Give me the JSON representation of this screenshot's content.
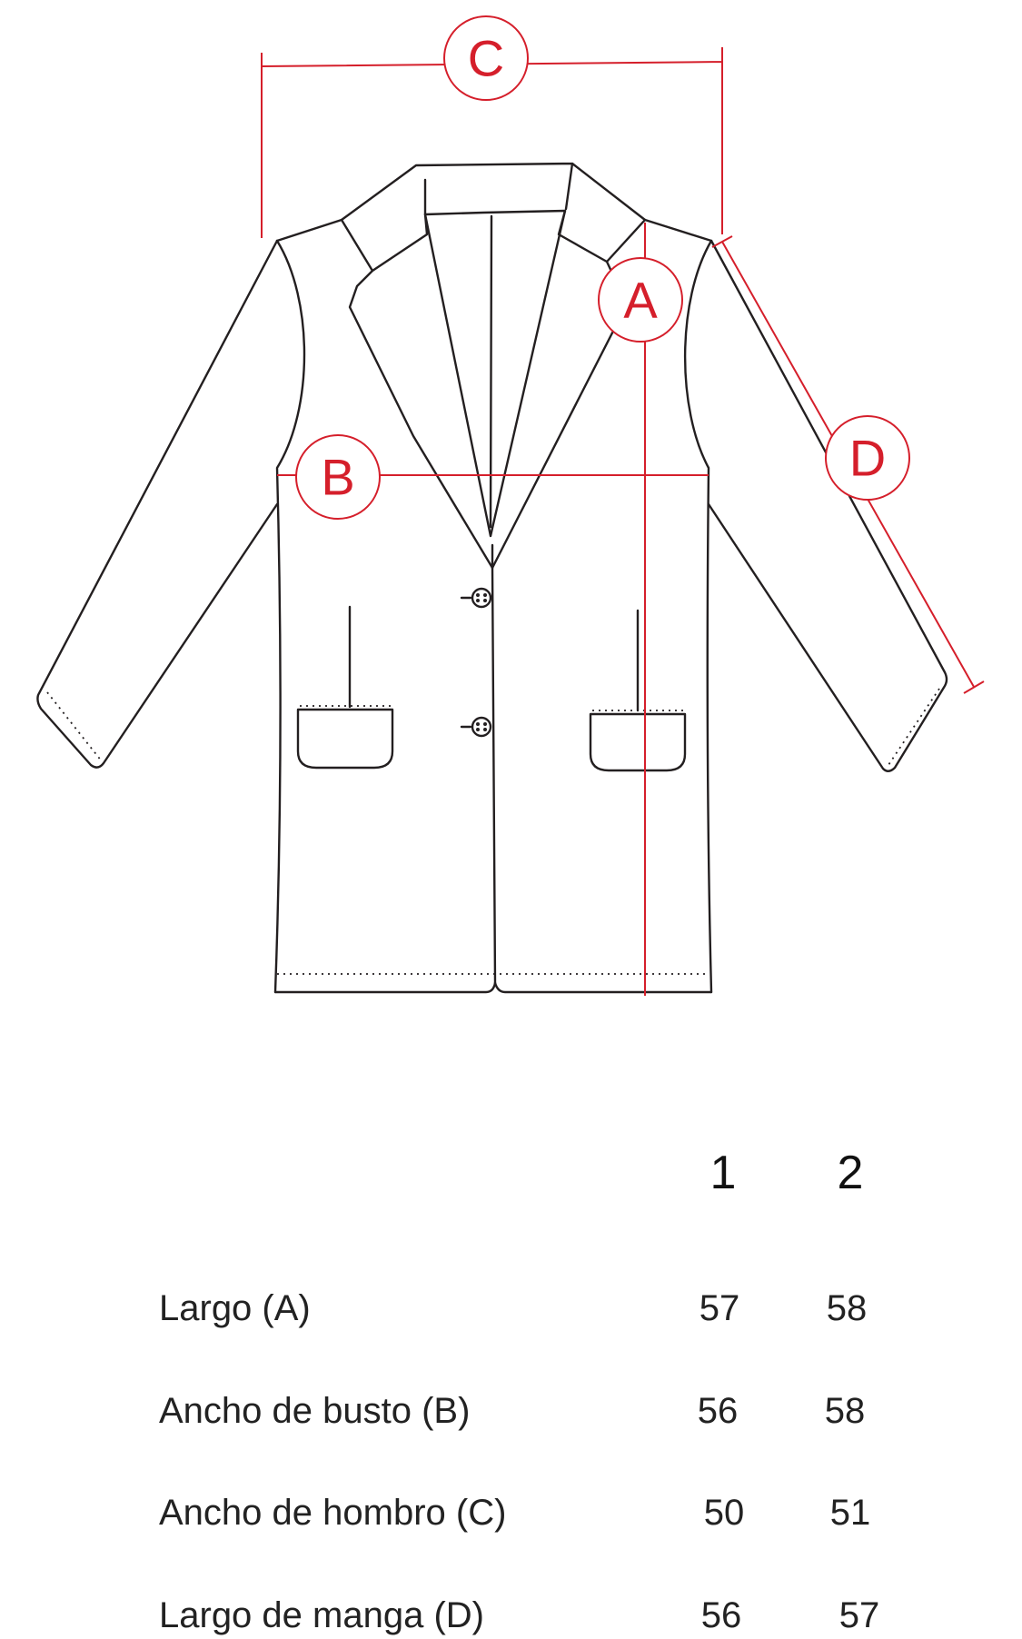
{
  "markers": {
    "a": "A",
    "b": "B",
    "c": "C",
    "d": "D"
  },
  "colors": {
    "measure": "#d51f2b",
    "outline": "#231f20"
  },
  "table": {
    "sizes": [
      "1",
      "2"
    ],
    "rows": [
      {
        "label": "Largo (A)",
        "values": [
          "57",
          "58"
        ]
      },
      {
        "label": "Ancho de busto (B)",
        "values": [
          "56",
          "58"
        ]
      },
      {
        "label": "Ancho de hombro (C)",
        "values": [
          "50",
          "51"
        ]
      },
      {
        "label": "Largo de manga (D)",
        "values": [
          "56",
          "57"
        ]
      }
    ]
  }
}
